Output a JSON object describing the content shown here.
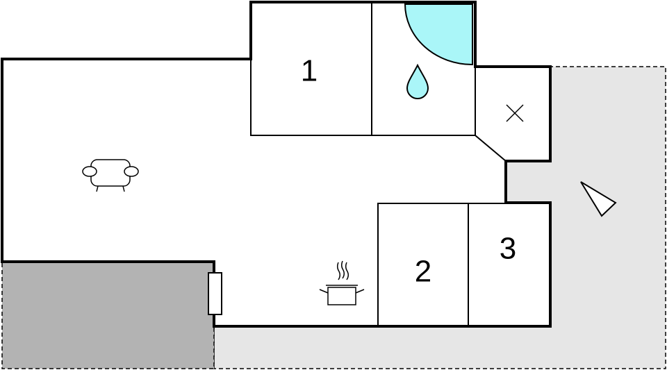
{
  "floorplan": {
    "rooms": [
      {
        "id": "bedroom-1",
        "label": "1"
      },
      {
        "id": "bedroom-2",
        "label": "2"
      },
      {
        "id": "bedroom-3",
        "label": "3"
      }
    ],
    "icons": [
      {
        "name": "sofa-icon",
        "meaning": "living area"
      },
      {
        "name": "water-drop-icon",
        "meaning": "bathroom"
      },
      {
        "name": "cross-icon",
        "meaning": "toilet"
      },
      {
        "name": "cooking-pot-icon",
        "meaning": "kitchen"
      },
      {
        "name": "north-arrow-icon",
        "meaning": "orientation"
      }
    ],
    "colors": {
      "wall": "#000000",
      "outdoor_light": "#e6e6e6",
      "outdoor_dark": "#b3b3b3",
      "shower": "#aaf6f8",
      "background": "#ffffff"
    }
  }
}
